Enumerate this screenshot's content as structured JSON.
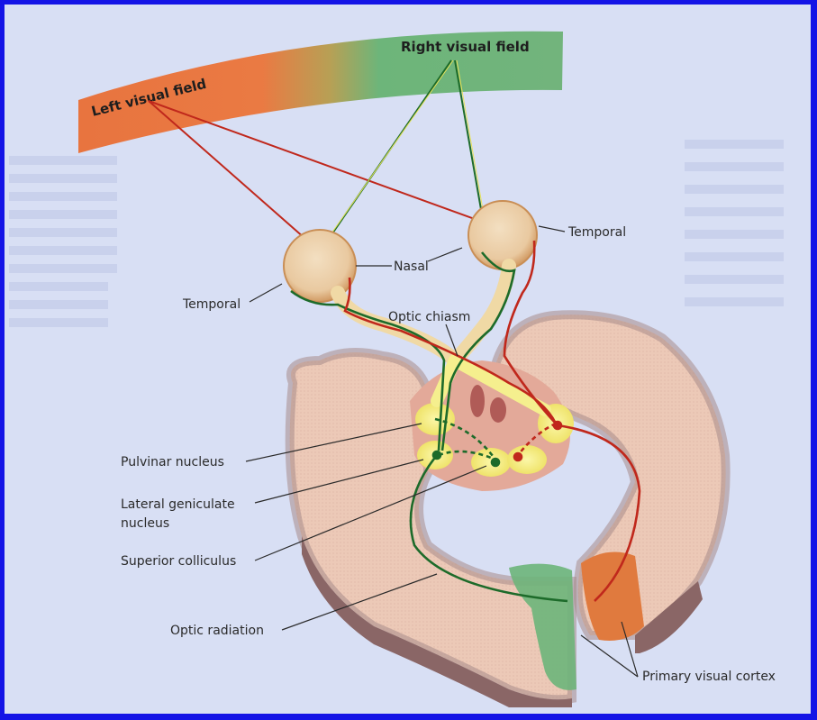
{
  "figure": {
    "title": "Visual pathways from the visual fields to the primary visual cortex",
    "visual_fields": {
      "left": "Left visual field",
      "right": "Right visual field"
    },
    "labels": {
      "temporal_left": "Temporal",
      "temporal_right": "Temporal",
      "nasal": "Nasal",
      "optic_chiasm": "Optic chiasm",
      "pulvinar_nucleus": "Pulvinar nucleus",
      "lateral_geniculate_line1": "Lateral geniculate",
      "lateral_geniculate_line2": "nucleus",
      "superior_colliculus": "Superior colliculus",
      "optic_radiation": "Optic radiation",
      "primary_visual_cortex": "Primary visual cortex"
    },
    "colors": {
      "border": "#1414e6",
      "background": "#d8dff4",
      "left_field": "#e8743f",
      "right_field": "#6db57a",
      "left_pathway": "#c0281c",
      "right_pathway": "#1d6b2a",
      "highlight": "#f5f07a",
      "brain_tissue": "#e9c2b0",
      "brain_outline": "#a88a8a",
      "eye": "#e7c49a"
    }
  }
}
